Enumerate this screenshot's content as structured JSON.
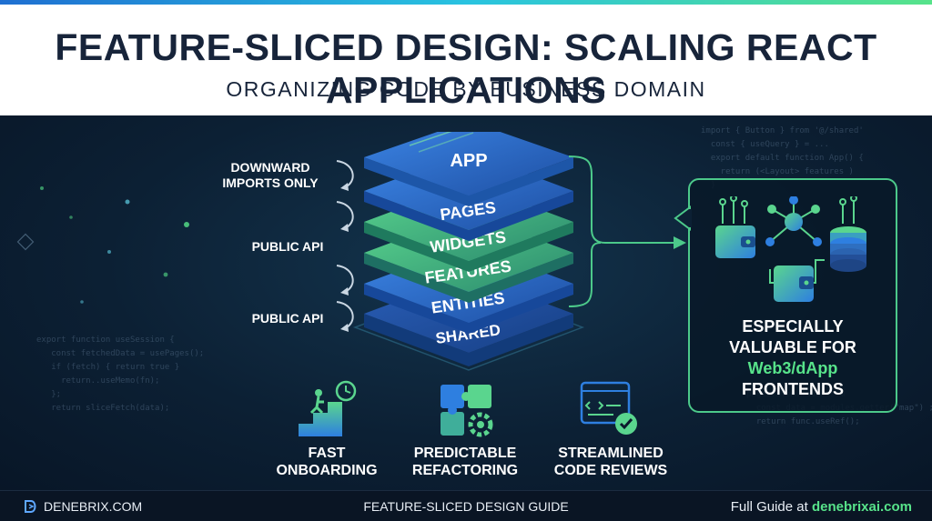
{
  "header": {
    "title": "FEATURE-SLICED DESIGN: SCALING REACT APPLICATIONS",
    "subtitle": "ORGANIZING CODE BY BUSINESS DOMAIN"
  },
  "layers": [
    "APP",
    "PAGES",
    "WIDGETS",
    "FEATURES",
    "ENTITIES",
    "SHARED"
  ],
  "side_labels": {
    "downward": "DOWNWARD IMPORTS ONLY",
    "public_api_1": "PUBLIC API",
    "public_api_2": "PUBLIC API"
  },
  "callout": {
    "line1": "ESPECIALLY",
    "line2": "VALUABLE FOR",
    "highlight": "Web3/dApp",
    "line3": "FRONTENDS",
    "icons": [
      "wallet-icon",
      "network-icon",
      "database-icon",
      "circuit-icon"
    ]
  },
  "features": [
    {
      "line1": "FAST",
      "line2": "ONBOARDING",
      "icon": "stairs-clock-icon"
    },
    {
      "line1": "PREDICTABLE",
      "line2": "REFACTORING",
      "icon": "puzzle-gear-icon"
    },
    {
      "line1": "STREAMLINED",
      "line2": "CODE REVIEWS",
      "icon": "code-check-icon"
    }
  ],
  "footer": {
    "brand": "DENEBRIX.COM",
    "center": "FEATURE-SLICED DESIGN GUIDE",
    "right_prefix": "Full Guide at ",
    "right_link": "denebrixai.com"
  },
  "colors": {
    "accent_green": "#57e38a",
    "accent_blue": "#2e7fe0",
    "title_dark": "#17243a"
  }
}
